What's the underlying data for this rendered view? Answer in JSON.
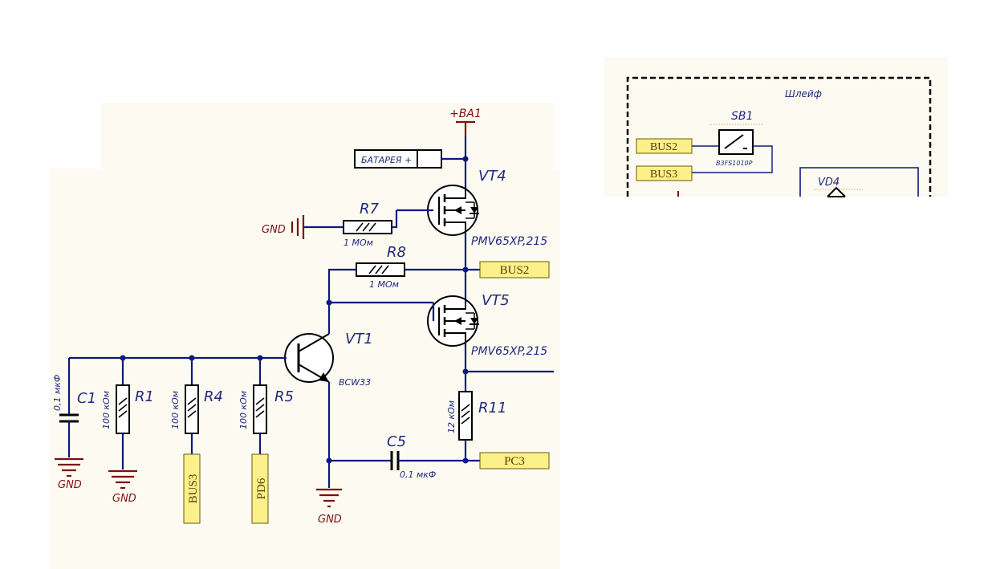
{
  "main_schematic": {
    "power_rail": "+BA1",
    "battery_label": "БАТАРЕЯ +",
    "net_ports": {
      "bus2": "BUS2",
      "pc3": "PC3",
      "bus3": "BUS3",
      "pd6": "PD6"
    },
    "grounds": {
      "gnd_left": "GND",
      "gnd_cap": "GND",
      "gnd_r1": "GND",
      "gnd_emitter": "GND"
    },
    "components": {
      "vt4": {
        "ref": "VT4",
        "part": "PMV65XP,215"
      },
      "vt5": {
        "ref": "VT5",
        "part": "PMV65XP,215"
      },
      "vt1": {
        "ref": "VT1",
        "part": "BCW33"
      },
      "r7": {
        "ref": "R7",
        "value": "1 MОм"
      },
      "r8": {
        "ref": "R8",
        "value": "1 MОм"
      },
      "r1": {
        "ref": "R1",
        "value": "100 кОм"
      },
      "r4": {
        "ref": "R4",
        "value": "100 кОм"
      },
      "r5": {
        "ref": "R5",
        "value": "100 кОм"
      },
      "r11": {
        "ref": "R11",
        "value": "12 кОм"
      },
      "c1": {
        "ref": "C1",
        "value": "0,1 мкФ"
      },
      "c5": {
        "ref": "C5",
        "value": "0,1 мкФ"
      }
    }
  },
  "loop_block": {
    "title": "Шлейф",
    "switch": {
      "ref": "SB1",
      "part": "B3FS1010P"
    },
    "ports": {
      "bus2": "BUS2",
      "bus3": "BUS3"
    },
    "diode_ref": "VD4"
  },
  "colors": {
    "wire": "#0b1a80",
    "ground": "#7a1010",
    "net_tag": "#fbf08a",
    "panel": "#fdfaf2"
  }
}
